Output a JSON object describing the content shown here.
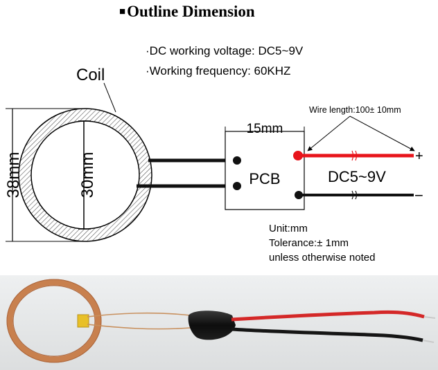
{
  "title": {
    "bullet": "■",
    "text": "Outline Dimension"
  },
  "specs": {
    "voltage": "·DC working voltage: DC5~9V",
    "frequency": "·Working frequency: 60KHZ"
  },
  "diagram": {
    "coil_label": "Coil",
    "outer_diameter": "38mm",
    "inner_diameter": "30mm",
    "pcb_width": "15mm",
    "pcb_label": "PCB",
    "wire_length": "Wire length:100± 10mm",
    "voltage_label": "DC5~9V",
    "plus": "+",
    "minus": "−",
    "colors": {
      "red_wire": "#e8141b",
      "black_wire": "#111111",
      "hatch": "#555555"
    }
  },
  "notes": {
    "unit": "Unit:mm",
    "tolerance": "Tolerance:± 1mm",
    "unless": "unless otherwise noted"
  },
  "photo": {
    "colors": {
      "copper": "#c8804e",
      "red_wire": "#d42828",
      "black_wire": "#151515",
      "background": "#e3e5e6"
    }
  }
}
